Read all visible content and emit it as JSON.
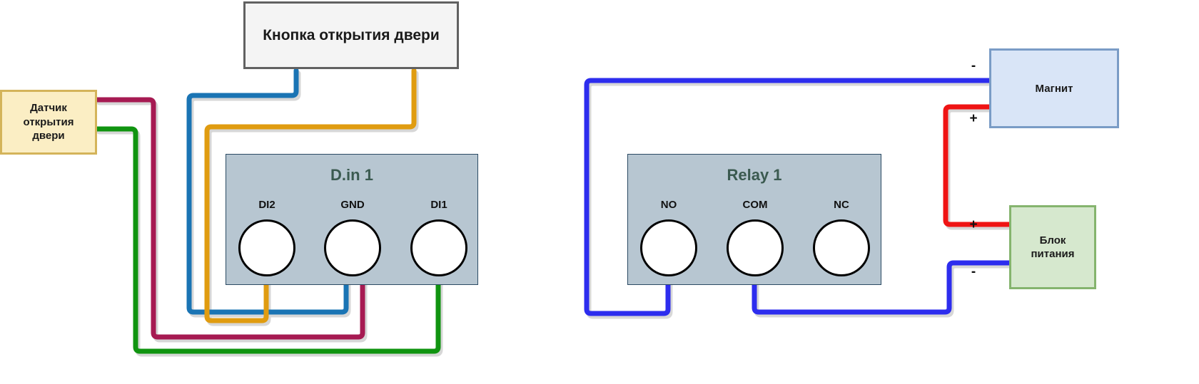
{
  "diagram": {
    "title_hidden": "",
    "components": {
      "door_button": {
        "label": "Кнопка открытия двери",
        "name": "door-open-button-block"
      },
      "door_sensor": {
        "label": "Датчик\nоткрытия\nдвери",
        "line1": "Датчик",
        "line2": "открытия",
        "line3": "двери"
      },
      "magnet": {
        "label": "Магнит"
      },
      "psu": {
        "line1": "Блок",
        "line2": "питания"
      }
    },
    "modules": [
      {
        "title": "D.in 1",
        "terminals": [
          {
            "label": "DI2"
          },
          {
            "label": "GND"
          },
          {
            "label": "DI1"
          }
        ]
      },
      {
        "title": "Relay 1",
        "terminals": [
          {
            "label": "NO"
          },
          {
            "label": "COM"
          },
          {
            "label": "NC"
          }
        ]
      }
    ],
    "polarity_labels": {
      "magnet_minus": "-",
      "magnet_plus": "+",
      "psu_plus": "+",
      "psu_minus": "-"
    },
    "wire_colors": {
      "crimson": "#a61a52",
      "green": "#109410",
      "blue_steel": "#1a74b4",
      "orange": "#e09c10",
      "blue_bright": "#2d2dee",
      "red": "#ef1414",
      "shadow": "#b8b8b8"
    },
    "wires": [
      {
        "name": "sensor-to-gnd-crimson",
        "color": "crimson",
        "from": "Датчик открытия двери",
        "to": "GND"
      },
      {
        "name": "sensor-to-di1-green",
        "color": "green",
        "from": "Датчик открытия двери",
        "to": "DI1"
      },
      {
        "name": "button-to-gnd-blue",
        "color": "blue_steel",
        "from": "Кнопка открытия двери",
        "to": "GND"
      },
      {
        "name": "button-to-di2-orange",
        "color": "orange",
        "from": "Кнопка открытия двери",
        "to": "DI2"
      },
      {
        "name": "magnet-minus-to-no-blue",
        "color": "blue_bright",
        "from": "Магнит -",
        "to": "NO"
      },
      {
        "name": "magnet-plus-to-psu-plus-red",
        "color": "red",
        "from": "Магнит +",
        "to": "Блок питания +"
      },
      {
        "name": "com-to-psu-minus-blue",
        "color": "blue_bright",
        "from": "COM",
        "to": "Блок питания -"
      }
    ]
  }
}
